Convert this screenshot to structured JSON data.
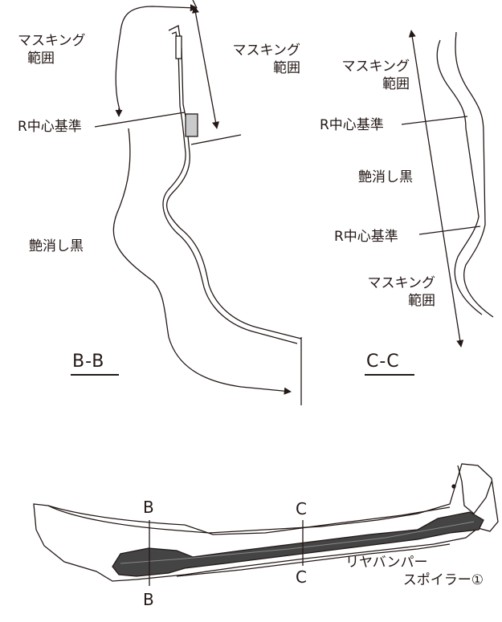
{
  "bb_view": {
    "masking_left": [
      "マスキング",
      "範囲"
    ],
    "masking_right": [
      "マスキング",
      "範囲"
    ],
    "r_center": "R中心基準",
    "matte_black": "艶消し黒",
    "section": "B-B"
  },
  "cc_view": {
    "masking_top": [
      "マスキング",
      "範囲"
    ],
    "r_center_upper": "R中心基準",
    "matte_black": "艶消し黒",
    "r_center_lower": "R中心基準",
    "masking_bottom": [
      "マスキング",
      "範囲"
    ],
    "section": "C-C"
  },
  "bumper_view": {
    "cut_b_top": "B",
    "cut_b_bottom": "B",
    "cut_c_top": "C",
    "cut_c_bottom": "C",
    "part_name": [
      "リヤバンパー",
      "スポイラー①"
    ]
  },
  "colors": {
    "ink": "#231815",
    "mask_fill": "#c9cacb",
    "spoiler_fill": "#444444"
  }
}
